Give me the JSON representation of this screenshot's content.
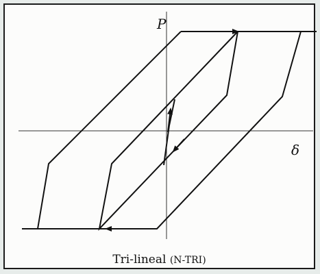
{
  "axes": {
    "y_label": "P",
    "x_label": "δ"
  },
  "caption": {
    "main": "Tri-lineal",
    "code": "(N-TRI)"
  }
}
